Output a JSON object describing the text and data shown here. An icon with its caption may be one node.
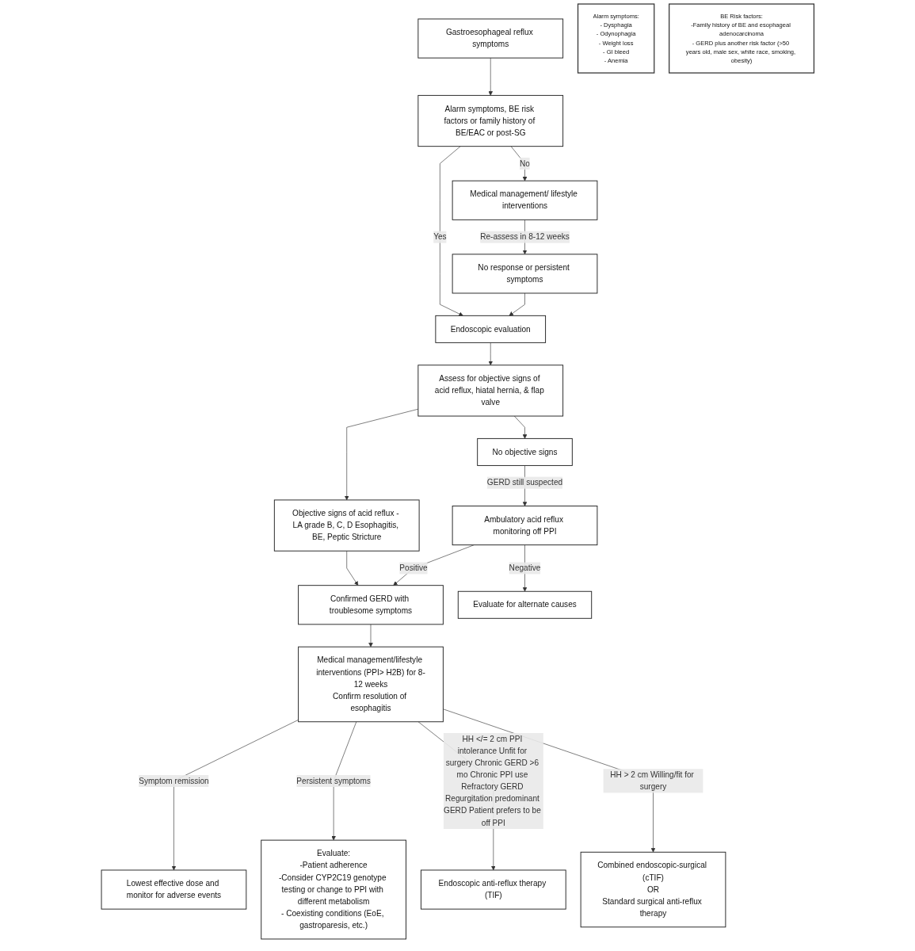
{
  "diagram": {
    "nodes": [
      {
        "text": [
          "Gastroesophageal reflux symptoms"
        ]
      },
      {
        "text": [
          "Alarm symptoms, BE risk factors or family history of BE/EAC or post-SG"
        ]
      },
      {
        "text": [
          "Endoscopic evaluation"
        ]
      },
      {
        "text": [
          "Medical management/ lifestyle interventions"
        ]
      },
      {
        "text": [
          "Assess for objective signs of acid reflux, hiatal hernia, & flap valve"
        ]
      },
      {
        "text": [
          "No response or persistent symptoms"
        ]
      },
      {
        "text": [
          "Objective signs of acid reflux - LA grade B, C, D Esophagitis, BE, Peptic Stricture"
        ]
      },
      {
        "text": [
          "No objective signs"
        ]
      },
      {
        "text": [
          "Confirmed GERD with troublesome symptoms"
        ]
      },
      {
        "text": [
          "Ambulatory acid reflux monitoring off PPI"
        ]
      },
      {
        "text": [
          "Evaluate for alternate causes"
        ]
      },
      {
        "text": [
          "Medical management/lifestyle interventions (PPI> H2B) for 8-12 weeks",
          "Confirm resolution of esophagitis"
        ]
      },
      {
        "text": [
          "Lowest effective dose and monitor for adverse events"
        ]
      },
      {
        "text": [
          "Evaluate:",
          "-Patient adherence",
          "-Consider CYP2C19 genotype testing or change to PPI with different metabolism",
          "- Coexisting conditions (EoE, gastroparesis, etc.)"
        ]
      },
      {
        "text": [
          "Endoscopic anti-reflux therapy (TIF)"
        ]
      },
      {
        "text": [
          "Combined endoscopic-surgical (cTIF)",
          "OR",
          "Standard surgical anti-reflux therapy"
        ]
      },
      {
        "text": [
          "Alarm symptoms:",
          "- Dysphagia",
          "- Odynophagia",
          "- Weight loss",
          "- GI bleed",
          "- Anemia"
        ]
      },
      {
        "text": [
          "BE Risk factors:",
          "-Family history of BE and esophageal adenocarcinoma",
          "- GERD plus another risk factor (>50 years old, male sex, white race, smoking, obesity)"
        ]
      }
    ],
    "edges": [
      {
        "from": 0,
        "to": 1,
        "arrow": "to"
      },
      {
        "from": 1,
        "to": 2,
        "arrow": "to",
        "label": "Yes"
      },
      {
        "from": 1,
        "to": 3,
        "arrow": "to",
        "label": "No"
      },
      {
        "from": 3,
        "to": 5,
        "arrow": "to",
        "label": "Re-assess in 8-12 weeks"
      },
      {
        "from": 5,
        "to": 2,
        "arrow": "to"
      },
      {
        "from": 2,
        "to": 4,
        "arrow": "to"
      },
      {
        "from": 4,
        "to": 6,
        "arrow": "to"
      },
      {
        "from": 4,
        "to": 7,
        "arrow": "to"
      },
      {
        "from": 6,
        "to": 8,
        "arrow": "to"
      },
      {
        "from": 7,
        "to": 9,
        "arrow": "to",
        "label": "GERD still suspected"
      },
      {
        "from": 9,
        "to": 8,
        "arrow": "to",
        "label": "Positive"
      },
      {
        "from": 9,
        "to": 10,
        "arrow": "to",
        "label": "Negative"
      },
      {
        "from": 8,
        "to": 11,
        "arrow": "to"
      },
      {
        "from": 11,
        "to": 12,
        "arrow": "to",
        "label": "Symptom remission"
      },
      {
        "from": 11,
        "to": 13,
        "arrow": "to",
        "label": "Persistent symptoms"
      },
      {
        "from": 11,
        "to": 14,
        "arrow": "to",
        "label": "HH </= 2 cm PPI intolerance Unfit for surgery Chronic GERD >6 mo Chronic PPI use Refractory GERD Regurgitation predominant GERD Patient prefers to be off PPI"
      },
      {
        "from": 11,
        "to": 15,
        "arrow": "to",
        "label": "HH > 2 cm Willing/fit for surgery"
      }
    ]
  }
}
